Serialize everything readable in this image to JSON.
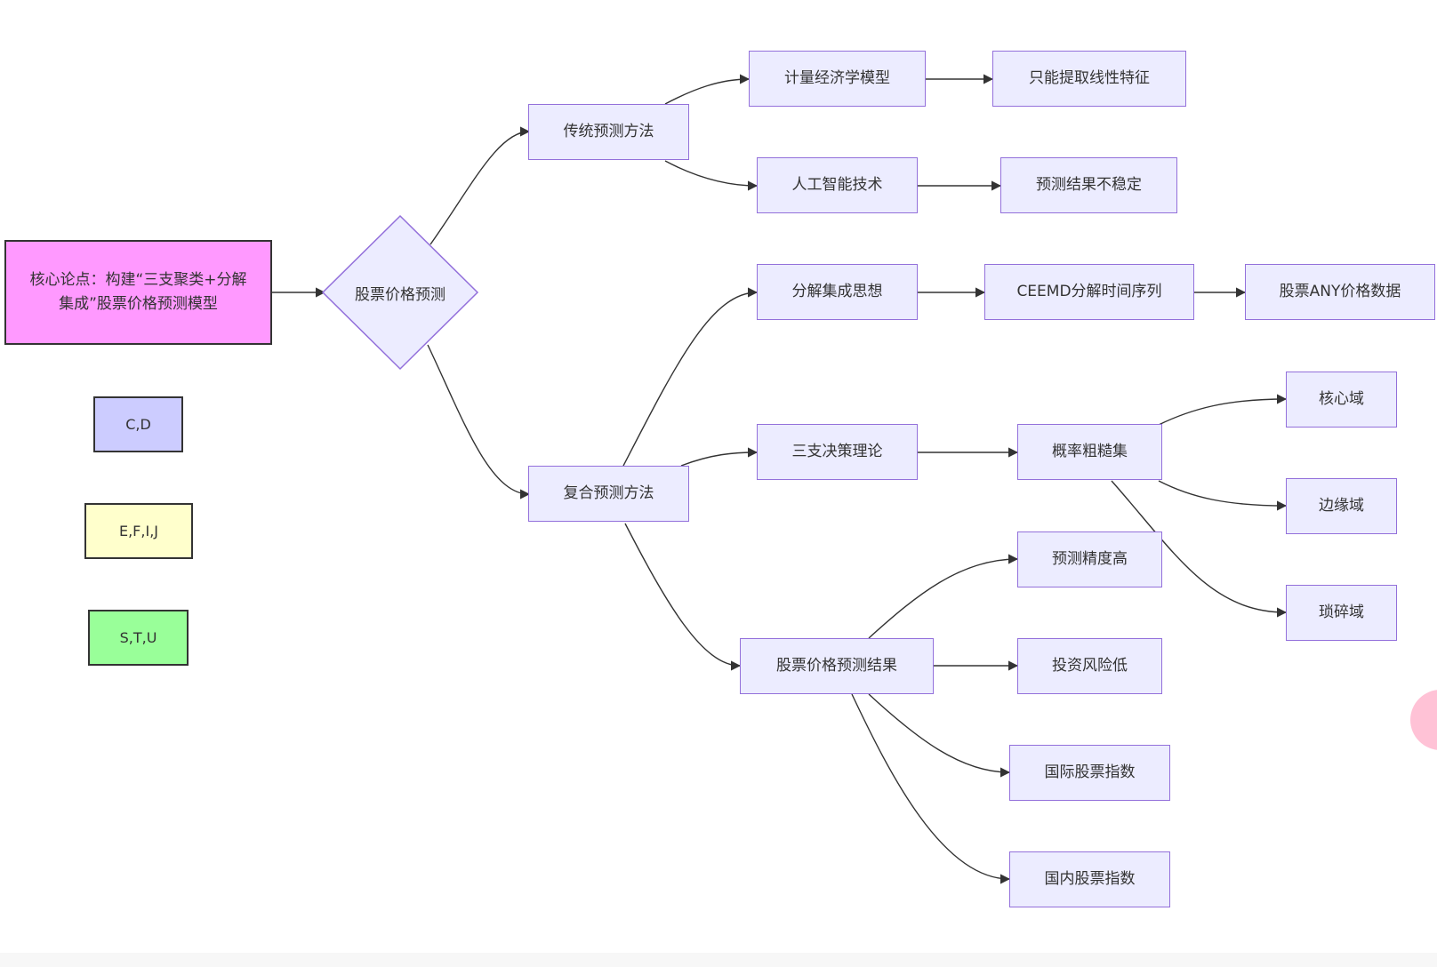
{
  "colors": {
    "node_fill": "#ECECFF",
    "node_stroke": "#9370DB",
    "core_fill": "#FF99FF",
    "legend_cd": "#CCCCFF",
    "legend_efij": "#FFFFCC",
    "legend_stu": "#99FF99",
    "edge": "#333333"
  },
  "nodes": {
    "core": "核心论点：构建“三支聚类+分解集成”股票价格预测模型",
    "decision": "股票价格预测",
    "traditional": "传统预测方法",
    "composite": "复合预测方法",
    "econometric": "计量经济学模型",
    "linear_only": "只能提取线性特征",
    "ai_tech": "人工智能技术",
    "unstable": "预测结果不稳定",
    "decompose": "分解集成思想",
    "ceemd": "CEEMD分解时间序列",
    "any_data": "股票ANY价格数据",
    "three_way": "三支决策理论",
    "prob_rough": "概率粗糙集",
    "core_domain": "核心域",
    "edge_domain": "边缘域",
    "trivial_domain": "琐碎域",
    "results": "股票价格预测结果",
    "high_precision": "预测精度高",
    "low_risk": "投资风险低",
    "intl_index": "国际股票指数",
    "domestic_index": "国内股票指数"
  },
  "legend": {
    "cd": "C,D",
    "efij": "E,F,I,J",
    "stu": "S,T,U"
  }
}
